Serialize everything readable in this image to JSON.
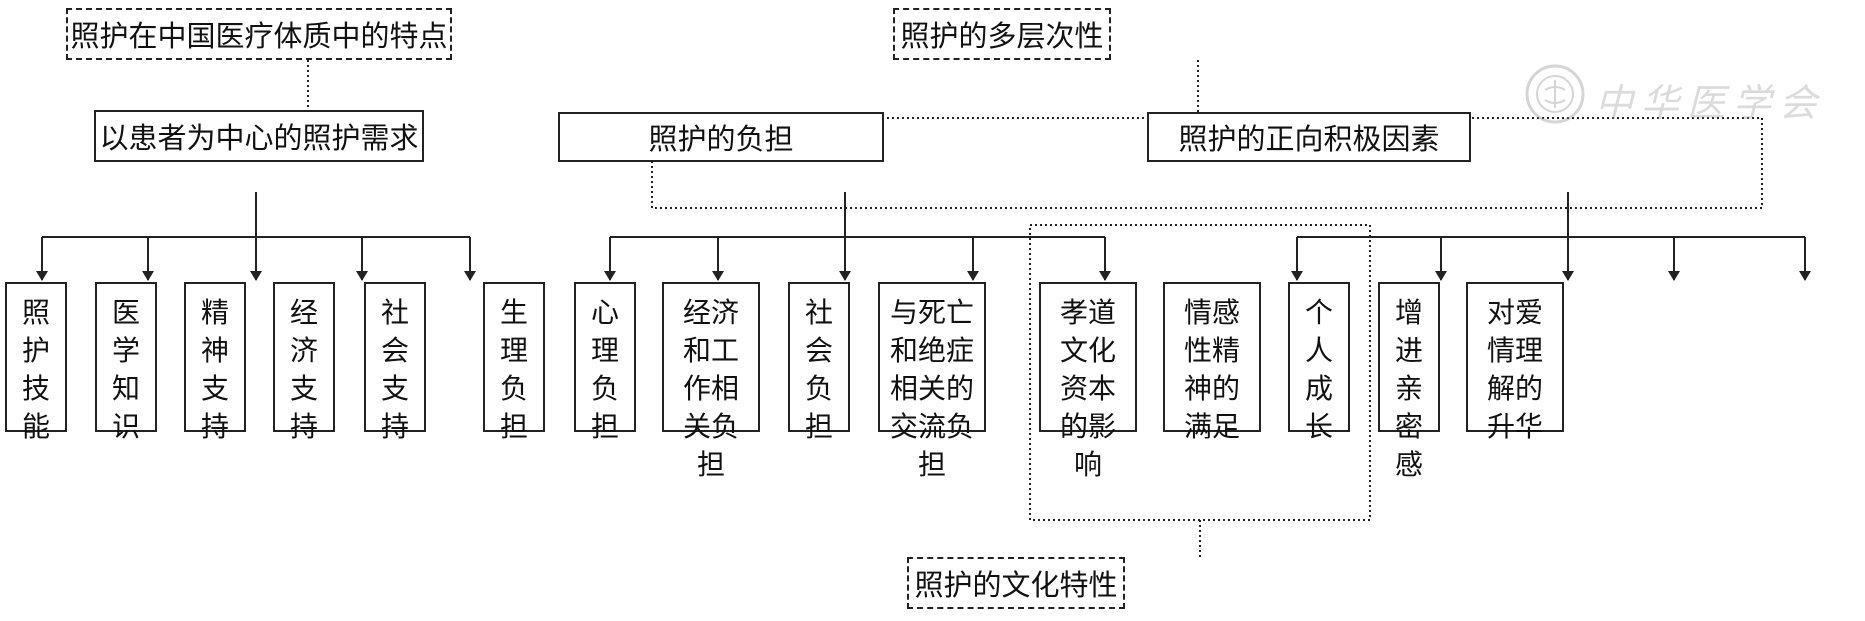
{
  "nodes": {
    "china_features": "照护在中国医疗体质中的特点",
    "patient_center": "以患者为中心的照护需求",
    "care_skill": "照\n护\n技\n能",
    "medical_knowledge": "医\n学\n知\n识",
    "mental_support": "精\n神\n支\n持",
    "economic_support": "经\n济\n支\n持",
    "social_support": "社\n会\n支\n持",
    "multilevel": "照护的多层次性",
    "burden": "照护的负担",
    "positive_factors": "照护的正向积极因素",
    "physical_burden": "生\n理\n负\n担",
    "psych_burden": "心\n理\n负\n担",
    "econ_work_burden": "经济\n和工\n作相\n关负\n担",
    "social_burden": "社\n会\n负\n担",
    "death_comm_burden": "与死亡\n和绝症\n相关的\n交流负\n担",
    "filial_capital": "孝道\n文化\n资本\n的影\n响",
    "emotional_satisfaction": "情感\n性精\n神的\n满足",
    "personal_growth": "个\n人\n成\n长",
    "intimacy": "增\n进\n亲\n密\n感",
    "love_sublimation": "对爱\n情理\n解的\n升华",
    "cultural_features": "照护的文化特性"
  },
  "watermark": {
    "text": "中华医学会",
    "icon": "medical-association-seal-icon"
  }
}
